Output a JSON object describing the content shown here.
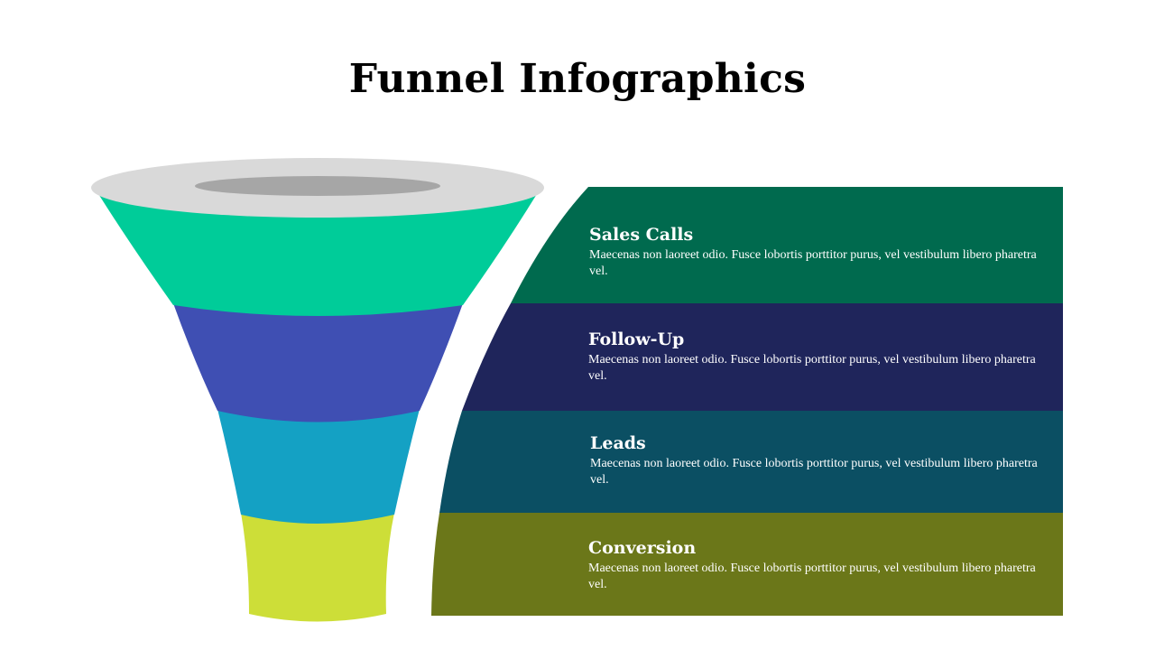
{
  "title": "Funnel Infographics",
  "stages": [
    {
      "title": "Sales Calls",
      "desc": "Maecenas non laoreet odio. Fusce lobortis porttitor purus, vel vestibulum libero pharetra vel.",
      "funnel_color": "#00CC99",
      "panel_color": "#006A4E"
    },
    {
      "title": "Follow-Up",
      "desc": "Maecenas non laoreet odio. Fusce lobortis porttitor purus, vel vestibulum libero pharetra vel.",
      "funnel_color": "#3F4FB3",
      "panel_color": "#1F255B"
    },
    {
      "title": "Leads",
      "desc": "Maecenas non laoreet odio. Fusce lobortis porttitor purus, vel vestibulum libero pharetra vel.",
      "funnel_color": "#14A1C4",
      "panel_color": "#0B4F63"
    },
    {
      "title": "Conversion",
      "desc": "Maecenas non laoreet odio. Fusce lobortis porttitor purus, vel vestibulum libero pharetra vel.",
      "funnel_color": "#CDDE38",
      "panel_color": "#6B7719"
    }
  ],
  "funnel_rim_color": "#D9D9D9",
  "funnel_opening_color": "#A6A6A6"
}
